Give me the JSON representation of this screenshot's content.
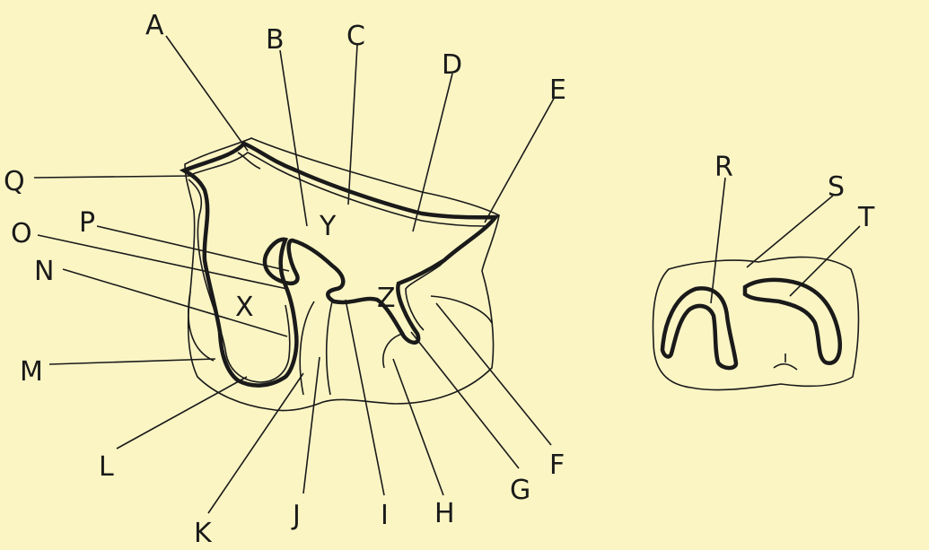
{
  "diagram": {
    "background": "#fbf5c4",
    "ink": "#1a1a1a",
    "labels": {
      "A": "A",
      "B": "B",
      "C": "C",
      "D": "D",
      "E": "E",
      "F": "F",
      "G": "G",
      "H": "H",
      "I": "I",
      "J": "J",
      "K": "K",
      "L": "L",
      "M": "M",
      "N": "N",
      "O": "O",
      "P": "P",
      "Q": "Q",
      "R": "R",
      "S": "S",
      "T": "T",
      "X": "X",
      "Y": "Y",
      "Z": "Z"
    }
  }
}
